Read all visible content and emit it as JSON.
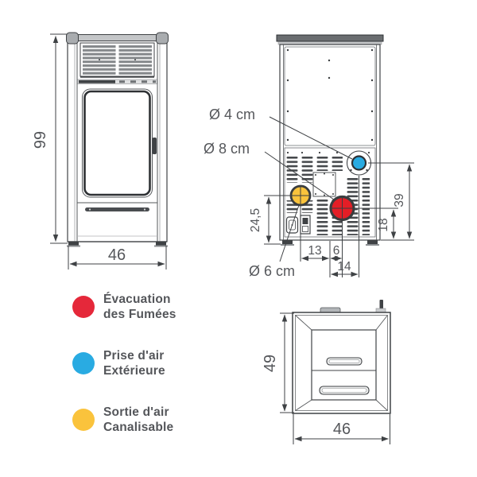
{
  "colors": {
    "flue_red": "#e5283a",
    "intake_blue": "#29abe2",
    "duct_yellow": "#fac33c",
    "line": "#3f4245",
    "dim_text": "#55575b"
  },
  "front_view": {
    "height": "99",
    "width": "46"
  },
  "rear_view": {
    "air_intake_diameter": "Ø 4 cm",
    "flue_diameter": "Ø 8 cm",
    "duct_diameter": "Ø 6 cm",
    "duct_height": "24,5",
    "intake_height": "39",
    "flue_height": "18",
    "duct_offset": "13",
    "flue_offset": "6",
    "intake_offset": "14"
  },
  "top_view": {
    "depth": "49",
    "width": "46"
  },
  "legend": {
    "items": [
      {
        "color": "#e5283a",
        "line1": "Évacuation",
        "line2": "des Fumées"
      },
      {
        "color": "#29abe2",
        "line1": "Prise d'air",
        "line2": "Extérieure"
      },
      {
        "color": "#fac33c",
        "line1": "Sortie d'air",
        "line2": "Canalisable"
      }
    ]
  }
}
